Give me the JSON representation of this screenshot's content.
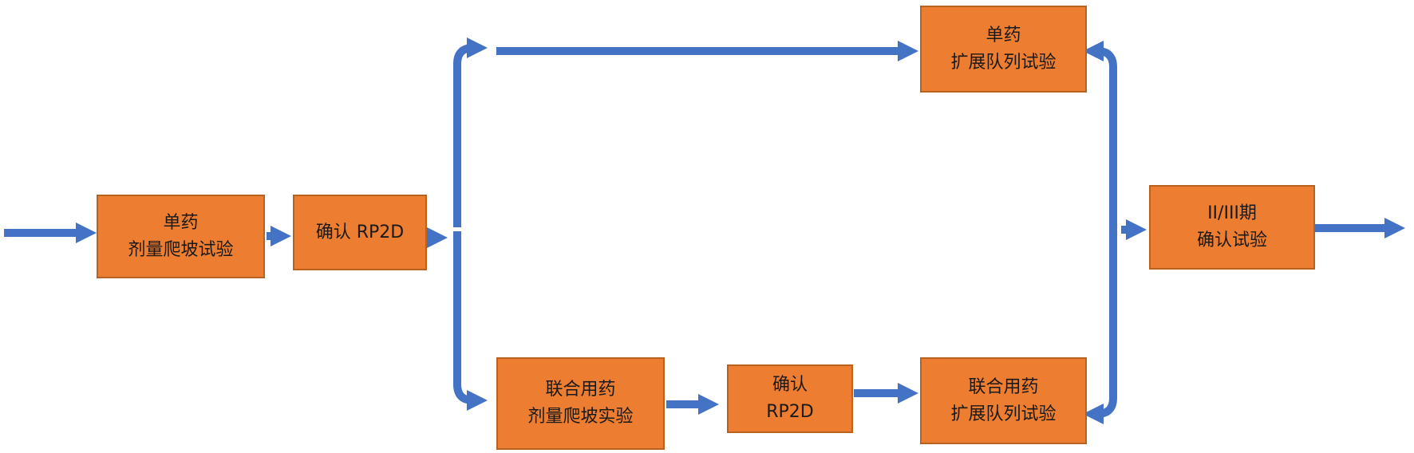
{
  "colors": {
    "box_fill": "#ED7D31",
    "box_border": "#B8621F",
    "arrow": "#4472C4"
  },
  "nodes": {
    "single_dose_escalation": {
      "line1": "单药",
      "line2": "剂量爬坡试验"
    },
    "confirm_rp2d_1": {
      "line1": "确认 RP2D"
    },
    "single_expansion": {
      "line1": "单药",
      "line2": "扩展队列试验"
    },
    "combo_dose_escalation": {
      "line1": "联合用药",
      "line2": "剂量爬坡实验"
    },
    "confirm_rp2d_2": {
      "line1": "确认",
      "line2": "RP2D"
    },
    "combo_expansion": {
      "line1": "联合用药",
      "line2": "扩展队列试验"
    },
    "phase_confirm": {
      "line1": "II/III期",
      "line2": "确认试验"
    }
  }
}
